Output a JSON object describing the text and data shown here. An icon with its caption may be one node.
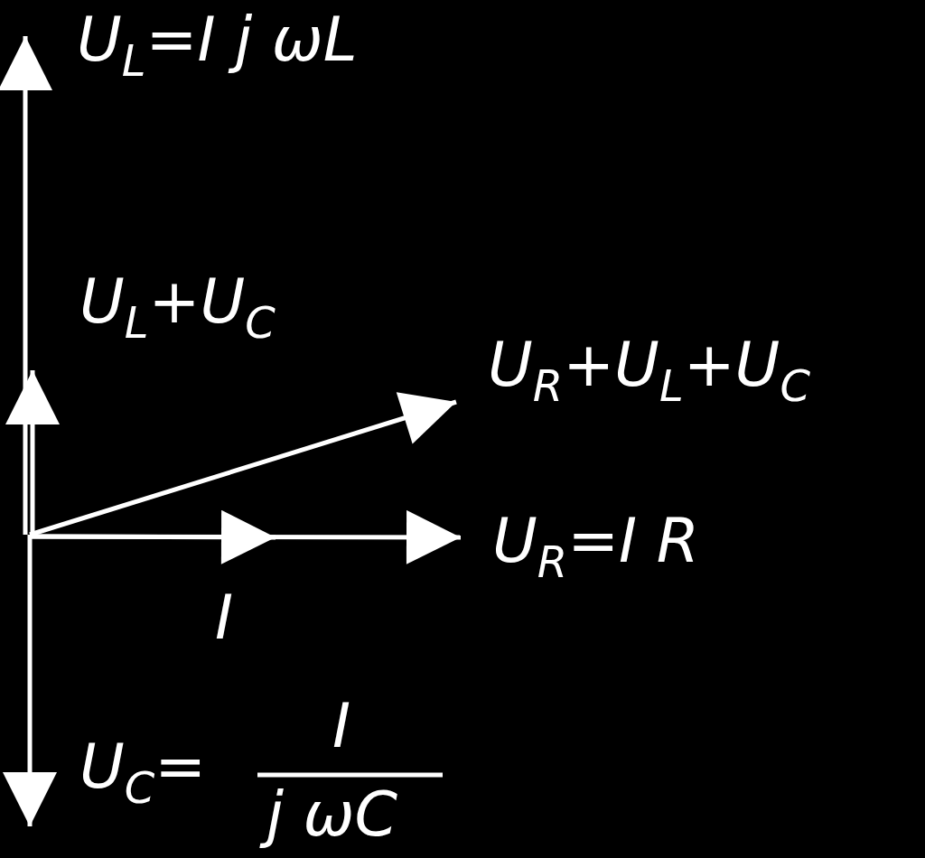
{
  "diagram": {
    "labels": [
      "U$_{L}$=I j ωL",
      "U$_{L}$+U$_{C}$",
      "U$_{R}$+U$_{L}$+U$_{C}$",
      "U$_{R}$=I R",
      "I",
      "U$_{C}$=",
      "I",
      "j ωC"
    ]
  }
}
